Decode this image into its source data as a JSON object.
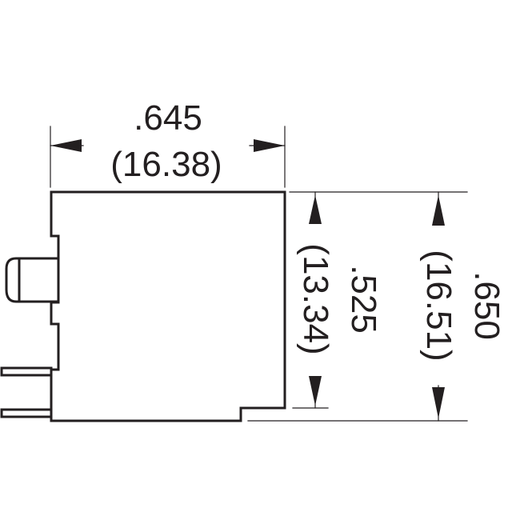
{
  "drawing": {
    "width_dimension": {
      "inches": ".645",
      "millimeters": "(16.38)"
    },
    "body_height_dimension": {
      "inches": ".525",
      "millimeters": "(13.34)"
    },
    "overall_height_dimension": {
      "inches": ".650",
      "millimeters": "(16.51)"
    }
  }
}
